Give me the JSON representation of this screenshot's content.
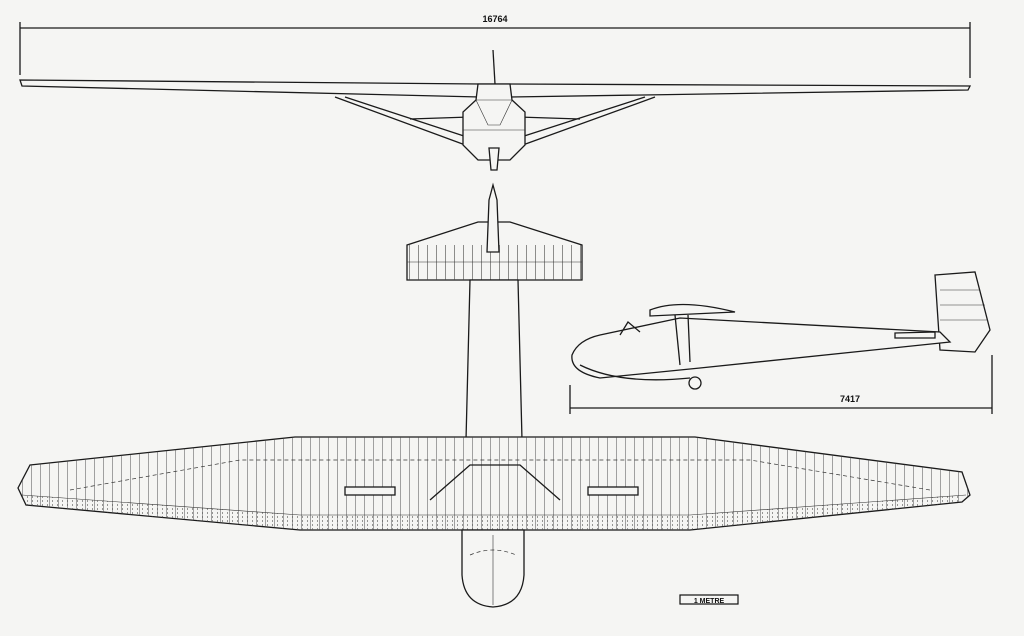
{
  "drawing": {
    "span_dimension": "16764",
    "length_dimension": "7417",
    "scale_bar_label": "1 METRE"
  },
  "views": [
    "front-view",
    "tail-plan-view",
    "wing-plan-view",
    "side-view"
  ]
}
